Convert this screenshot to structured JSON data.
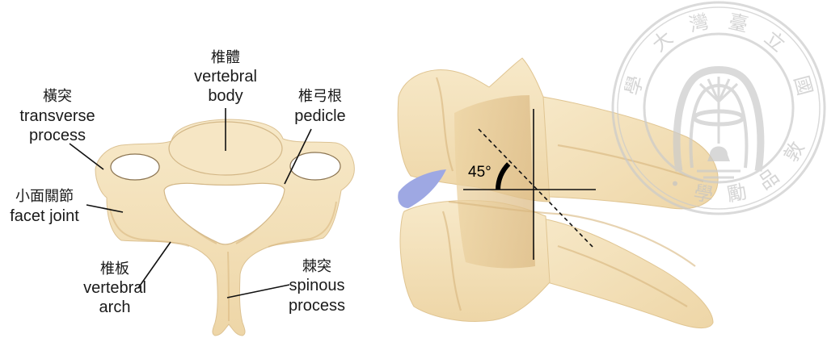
{
  "figure_left": {
    "vertebral_body": {
      "zh": "椎體",
      "en_line1": "vertebral",
      "en_line2": "body"
    },
    "transverse_process": {
      "zh": "橫突",
      "en_line1": "transverse",
      "en_line2": "process"
    },
    "pedicle": {
      "zh": "椎弓根",
      "en_line1": "pedicle"
    },
    "facet_joint": {
      "zh": "小面關節",
      "en_line1": "facet joint"
    },
    "vertebral_arch": {
      "zh": "椎板",
      "en_line1": "vertebral",
      "en_line2": "arch"
    },
    "spinous_process": {
      "zh": "棘突",
      "en_line1": "spinous",
      "en_line2": "process"
    }
  },
  "figure_right": {
    "angle_label": "45°"
  },
  "watermark": {
    "seal_top": [
      "學",
      "大",
      "灣",
      "臺",
      "立",
      "國"
    ],
    "seal_bottom": [
      "學",
      "勵",
      "品",
      "敦"
    ]
  },
  "colors": {
    "bone_light": "#f7e9c9",
    "bone": "#eed6a7",
    "bone_shade": "#d8b67e",
    "pillar_light": "#ecd3a2",
    "pillar_dark": "#dcbb86",
    "disc": "#9ea8e3"
  }
}
